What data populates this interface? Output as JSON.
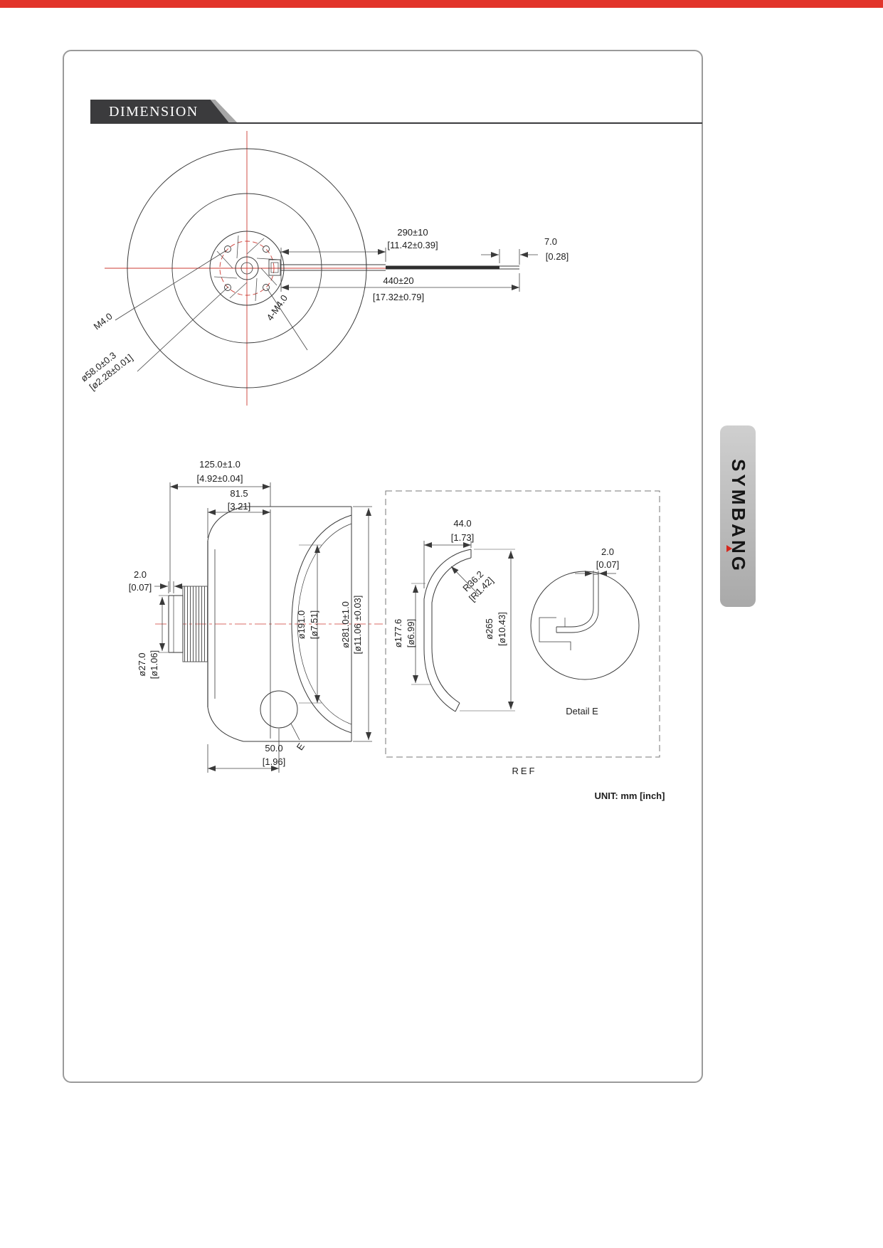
{
  "header": {
    "title": "DIMENSION"
  },
  "brand": {
    "logo": "SYMBANG"
  },
  "footer": {
    "unit_note": "UNIT: mm [inch]"
  },
  "top_view": {
    "dim_wire_free": {
      "mm": "290±10",
      "inch": "[11.42±0.39]"
    },
    "dim_wire_tip": {
      "mm": "7.0",
      "inch": "[0.28]"
    },
    "dim_wire_total": {
      "mm": "440±20",
      "inch": "[17.32±0.79]"
    },
    "label_thread": "M4.0",
    "dim_bolt_circle": {
      "mm": "ø58.0±0.3",
      "inch": "[ø2.28±0.01]"
    },
    "label_mount_holes": "4-M4.0"
  },
  "side_view": {
    "dim_total_depth": {
      "mm": "125.0±1.0",
      "inch": "[4.92±0.04]"
    },
    "dim_body_depth": {
      "mm": "81.5",
      "inch": "[3.21]"
    },
    "dim_step": {
      "mm": "2.0",
      "inch": "[0.07]"
    },
    "dim_shaft_dia": {
      "mm": "ø27.0",
      "inch": "[ø1.06]"
    },
    "dim_stator_dia": {
      "mm": "ø191.0",
      "inch": "[ø7.51]"
    },
    "dim_impeller_dia": {
      "mm": "ø281.0±1.0",
      "inch": "[ø11.06 ±0.03]"
    },
    "dim_inlet_depth": {
      "mm": "50.0",
      "inch": "[1.96]"
    },
    "detail_mark": "E"
  },
  "ref_view": {
    "title": "REF",
    "dim_inlet_width": {
      "mm": "44.0",
      "inch": "[1.73]"
    },
    "dim_radius": {
      "mm": "R36.2",
      "inch": "[R1.42]"
    },
    "dim_throat_dia": {
      "mm": "ø177.6",
      "inch": "[ø6.99]"
    },
    "dim_outer_dia": {
      "mm": "ø265",
      "inch": "[ø10.43]"
    },
    "dim_lip": {
      "mm": "2.0",
      "inch": "[0.07]"
    },
    "detail_label": "Detail E"
  }
}
